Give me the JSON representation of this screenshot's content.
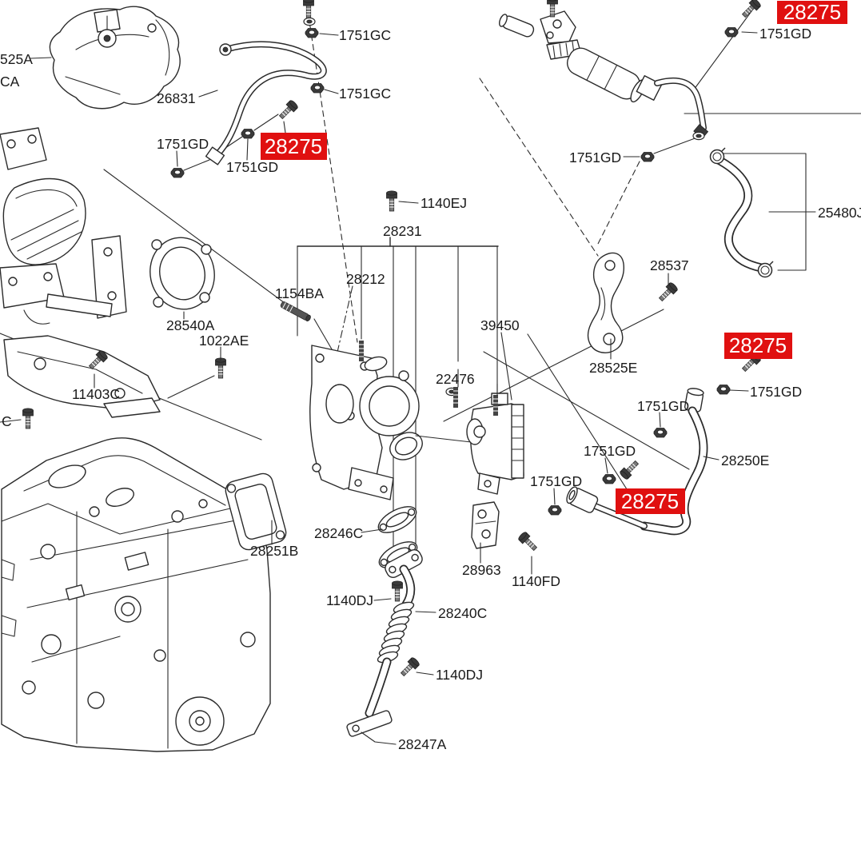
{
  "diagram": {
    "kind": "exploded-parts-diagram",
    "subject": "engine turbocharger and oil/water piping assembly",
    "background_color": "#ffffff",
    "line_color": "#2b2b2b",
    "text_color": "#1a1a1a",
    "highlight": {
      "bg_color": "#e01010",
      "text_color": "#ffffff"
    },
    "part_labels": [
      {
        "code": "525A"
      },
      {
        "code": "CA"
      },
      {
        "code": "26831"
      },
      {
        "code": "1751GC"
      },
      {
        "code": "1751GC"
      },
      {
        "code": "1751GD"
      },
      {
        "code": "1751GD"
      },
      {
        "code": "1140EJ"
      },
      {
        "code": "28231"
      },
      {
        "code": "28212"
      },
      {
        "code": "1154BA"
      },
      {
        "code": "28540A"
      },
      {
        "code": "1022AE"
      },
      {
        "code": "11403C"
      },
      {
        "code": "39450"
      },
      {
        "code": "22476"
      },
      {
        "code": "28537"
      },
      {
        "code": "28525E"
      },
      {
        "code": "1751GD"
      },
      {
        "code": "1751GD"
      },
      {
        "code": "1751GD"
      },
      {
        "code": "1751GD"
      },
      {
        "code": "1751GD"
      },
      {
        "code": "28250E"
      },
      {
        "code": "28251B"
      },
      {
        "code": "28246C"
      },
      {
        "code": "28963"
      },
      {
        "code": "1140FD"
      },
      {
        "code": "1140DJ"
      },
      {
        "code": "28240C"
      },
      {
        "code": "1140DJ"
      },
      {
        "code": "28247A"
      },
      {
        "code": "25480J"
      },
      {
        "code": "1751GD"
      },
      {
        "code": "C"
      }
    ],
    "highlighted_labels": [
      {
        "code": "28275"
      },
      {
        "code": "28275"
      },
      {
        "code": "28275"
      },
      {
        "code": "28275"
      }
    ]
  }
}
